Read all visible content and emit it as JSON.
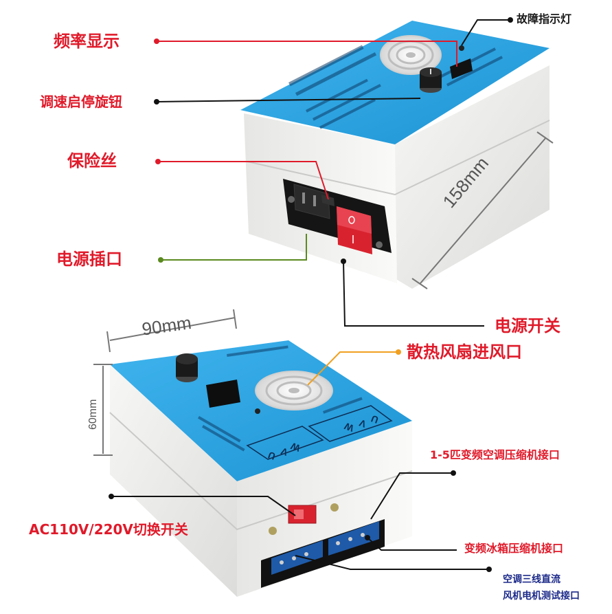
{
  "labels": {
    "fault_light": "故障指示灯",
    "frequency_display": "频率显示",
    "speed_knob": "调速启停旋钮",
    "fuse": "保险丝",
    "power_socket": "电源插口",
    "power_switch": "电源开关",
    "fan_inlet": "散热风扇进风口",
    "ac_compressor_port": "1-5匹变频空调压缩机接口",
    "voltage_switch": "AC110V/220V切换开关",
    "fridge_compressor_port": "变频冰箱压缩机接口",
    "dc_fan_port_line1": "空调三线直流",
    "dc_fan_port_line2": "风机电机测试接口"
  },
  "dimensions": {
    "length": "158mm",
    "width": "90mm",
    "height": "60mm"
  },
  "panel_text": {
    "uvw": [
      "U",
      "V",
      "W"
    ]
  },
  "colors": {
    "panel_blue": "#2aa3e0",
    "case_white": "#f2f2f0",
    "label_red": "#e01a2a",
    "leader_red": "#e01a2a",
    "leader_black": "#111111",
    "leader_green": "#5a8a1e",
    "leader_orange": "#f0a020",
    "switch_red": "#d8232f"
  },
  "icons": [
    "rotary-knob-icon",
    "fan-grille-icon",
    "seven-segment-display-icon",
    "rocker-switch-icon",
    "iec-socket-icon",
    "terminal-block-icon"
  ]
}
